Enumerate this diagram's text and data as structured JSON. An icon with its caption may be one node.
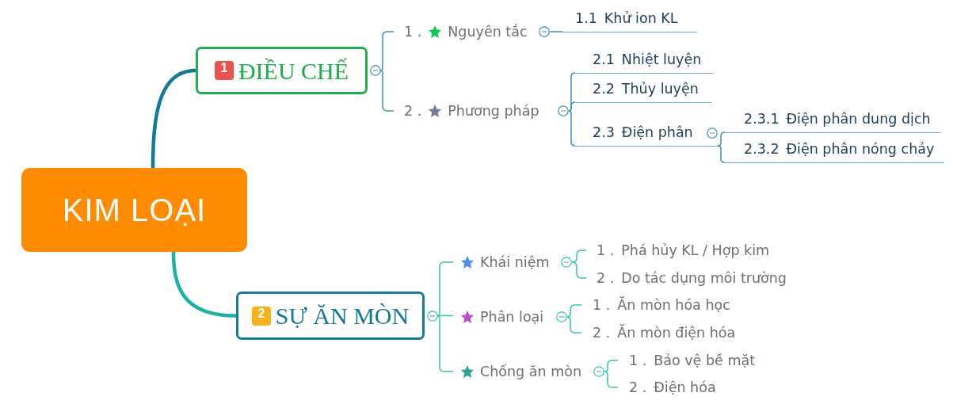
{
  "diagram": {
    "nodes": [
      {
        "text": [
          "KIM LOẠI"
        ]
      },
      {
        "text": [
          "1",
          "ĐIỀU CHẾ"
        ]
      },
      {
        "text": [
          "1 .",
          "Nguyên tắc"
        ]
      },
      {
        "text": [
          "1.1",
          "Khử ion KL"
        ]
      },
      {
        "text": [
          "2 .",
          "Phương pháp"
        ]
      },
      {
        "text": [
          "2.1",
          "Nhiệt luyện"
        ]
      },
      {
        "text": [
          "2.2",
          "Thủy luyện"
        ]
      },
      {
        "text": [
          "2.3",
          "Điện phân"
        ]
      },
      {
        "text": [
          "2.3.1",
          "Điện phân dung dịch"
        ]
      },
      {
        "text": [
          "2.3.2",
          "Điện phân nóng chảy"
        ]
      },
      {
        "text": [
          "2",
          "SỰ ĂN MÒN"
        ]
      },
      {
        "text": [
          "Khái niệm"
        ]
      },
      {
        "text": [
          "1 .",
          "Phá hủy KL / Hợp kim"
        ]
      },
      {
        "text": [
          "2 .",
          "Do tác dụng môi trường"
        ]
      },
      {
        "text": [
          "Phân loại"
        ]
      },
      {
        "text": [
          "1 .",
          "Ăn mòn hóa học"
        ]
      },
      {
        "text": [
          "2 .",
          "Ăn mòn điện hóa"
        ]
      },
      {
        "text": [
          "Chống ăn mòn"
        ]
      },
      {
        "text": [
          "1 .",
          "Bảo vệ bề mặt"
        ]
      },
      {
        "text": [
          "2 .",
          "Điện hóa"
        ]
      }
    ],
    "edges": [
      {
        "from": 0,
        "to": 1,
        "arrow": "none",
        "style": "thick",
        "color": "#127a98"
      },
      {
        "from": 1,
        "to": 2,
        "arrow": "none",
        "color": "#3b90b0"
      },
      {
        "from": 2,
        "to": 3,
        "arrow": "none",
        "color": "#3b90b0"
      },
      {
        "from": 1,
        "to": 4,
        "arrow": "none",
        "color": "#3b90b0"
      },
      {
        "from": 4,
        "to": 5,
        "arrow": "none",
        "color": "#3b90b0"
      },
      {
        "from": 4,
        "to": 6,
        "arrow": "none",
        "color": "#3b90b0"
      },
      {
        "from": 4,
        "to": 7,
        "arrow": "none",
        "color": "#3b90b0"
      },
      {
        "from": 7,
        "to": 8,
        "arrow": "none",
        "color": "#3b90b0"
      },
      {
        "from": 7,
        "to": 9,
        "arrow": "none",
        "color": "#3b90b0"
      },
      {
        "from": 0,
        "to": 10,
        "arrow": "none",
        "style": "thick",
        "color": "#19b3a0"
      },
      {
        "from": 10,
        "to": 11,
        "arrow": "none"
      },
      {
        "from": 11,
        "to": 12,
        "arrow": "none"
      },
      {
        "from": 11,
        "to": 13,
        "arrow": "none"
      },
      {
        "from": 10,
        "to": 14,
        "arrow": "none"
      },
      {
        "from": 14,
        "to": 15,
        "arrow": "none"
      },
      {
        "from": 14,
        "to": 16,
        "arrow": "none"
      },
      {
        "from": 10,
        "to": 17,
        "arrow": "none"
      },
      {
        "from": 17,
        "to": 18,
        "arrow": "none"
      },
      {
        "from": 17,
        "to": 19,
        "arrow": "none"
      }
    ]
  }
}
